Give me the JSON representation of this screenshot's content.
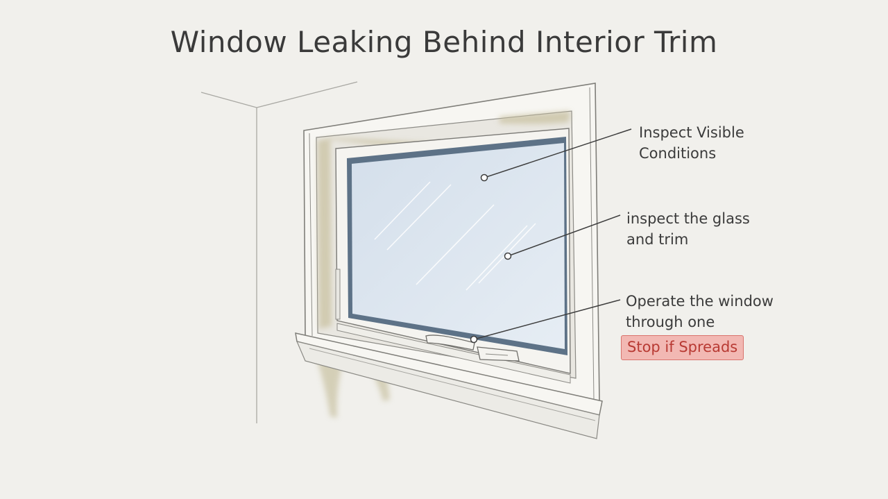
{
  "title": "Window Leaking Behind Interior Trim",
  "callouts": [
    {
      "line1": "Inspect Visible",
      "line2": "Conditions"
    },
    {
      "line1": "inspect the glass",
      "line2": "and trim"
    },
    {
      "line1": "Operate the window",
      "line2": "through one"
    }
  ],
  "warning_label": "Stop if Spreads",
  "colors": {
    "background": "#f1f0ec",
    "glass": "#dde6ef",
    "glass_edge": "#5d7287",
    "trim": "#f6f5f1",
    "stain": "#c9c2a4",
    "warning_fill": "#f2b8b3",
    "warning_border": "#d9736c",
    "warning_text": "#b83a33"
  }
}
